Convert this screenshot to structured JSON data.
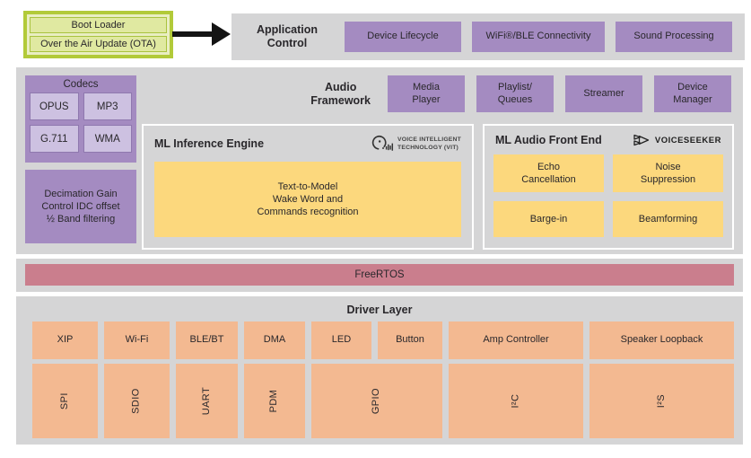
{
  "colors": {
    "panel_gray": "#d5d5d6",
    "purple": "#a48bc1",
    "purple_light": "#cdc1e1",
    "yellow": "#fcd87d",
    "orange": "#f3b991",
    "rose": "#ca7e8d",
    "green_border": "#b2ca39",
    "green_fill": "#e9eec2",
    "green_item": "#e0e9a1",
    "arrow": "#141414"
  },
  "boot_loader": {
    "items": [
      "Boot Loader",
      "Over the Air Update (OTA)"
    ]
  },
  "app_control": {
    "title": "Application\nControl",
    "modules": [
      "Device Lifecycle",
      "WiFi®/BLE Connectivity",
      "Sound Processing"
    ]
  },
  "codecs": {
    "title": "Codecs",
    "items": [
      "OPUS",
      "MP3",
      "G.711",
      "WMA"
    ]
  },
  "dsp_block": "Decimation Gain\nControl IDC offset\n½ Band filtering",
  "audio_framework": {
    "title": "Audio\nFramework",
    "modules": [
      "Media\nPlayer",
      "Playlist/\nQueues",
      "Streamer",
      "Device\nManager"
    ]
  },
  "ml_inference": {
    "title": "ML Inference Engine",
    "logo_text": "VOICE INTELLIGENT\nTECHNOLOGY (VIT)",
    "block": "Text-to-Model\nWake Word and\nCommands recognition"
  },
  "ml_afe": {
    "title": "ML Audio Front End",
    "logo_text": "VOICESEEKER",
    "modules": [
      "Echo\nCancellation",
      "Noise\nSuppression",
      "Barge-in",
      "Beamforming"
    ]
  },
  "rtos": "FreeRTOS",
  "driver_layer": {
    "title": "Driver Layer",
    "peripherals": [
      "XIP",
      "Wi-Fi",
      "BLE/BT",
      "DMA",
      "LED",
      "Button",
      "Amp Controller",
      "Speaker Loopback"
    ],
    "buses": [
      "SPI",
      "SDIO",
      "UART",
      "PDM",
      "GPIO",
      "I²C",
      "I²S"
    ]
  }
}
